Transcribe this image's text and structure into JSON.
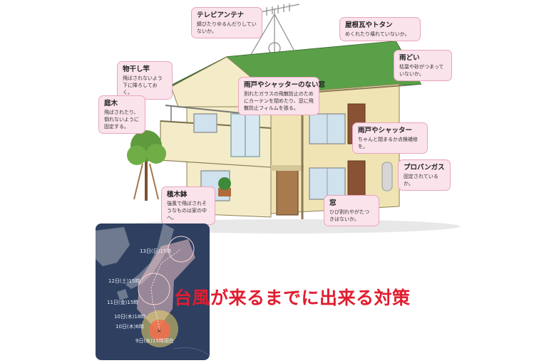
{
  "callouts": {
    "tv_antenna": {
      "title": "テレビアンテナ",
      "desc": "錆びたりゆるんだりしていないか。"
    },
    "roof": {
      "title": "屋根瓦やトタン",
      "desc": "めくれたり壊れていないか。"
    },
    "gutter": {
      "title": "雨どい",
      "desc": "枯葉や砂がつまっていないか。"
    },
    "clothes_pole": {
      "title": "物干し竿",
      "desc": "飛ばされないよう下に降ろしておく。"
    },
    "garden_tree": {
      "title": "庭木",
      "desc": "飛ばされたり、倒れないように固定する。"
    },
    "window_no_shutter": {
      "title": "雨戸やシャッターのない窓",
      "desc": "割れたガラスの飛散防止のためにカーテンを閉めたり、窓に飛散防止フィルムを張る。"
    },
    "shutter": {
      "title": "雨戸やシャッター",
      "desc": "ちゃんと閉まるか点検補修を。"
    },
    "propane": {
      "title": "プロパンガス",
      "desc": "固定されているか。"
    },
    "planter": {
      "title": "植木鉢",
      "desc": "強風で飛ばされそうなものは家の中へ。"
    },
    "window": {
      "title": "窓",
      "desc": "ひび割れやがたつきはないか。"
    }
  },
  "map": {
    "labels": [
      "13日(日)15時",
      "12日(土)15時",
      "11日(金)15時",
      "10日(木)18時",
      "10日(木)6時",
      "9日(水)15時現在"
    ],
    "colors": {
      "ocean": "#2e3f60",
      "land": "#6f7a8f",
      "cone": "#f1c3c6",
      "storm": "#f36f4c"
    }
  },
  "headline": "台風が来るまでに出来る対策",
  "colors": {
    "headline": "#e11d30",
    "callout_bg": "#fbe3ec",
    "callout_border": "#e7a6bd",
    "roof": "#4f8f3f",
    "wall": "#f4ecc9"
  }
}
